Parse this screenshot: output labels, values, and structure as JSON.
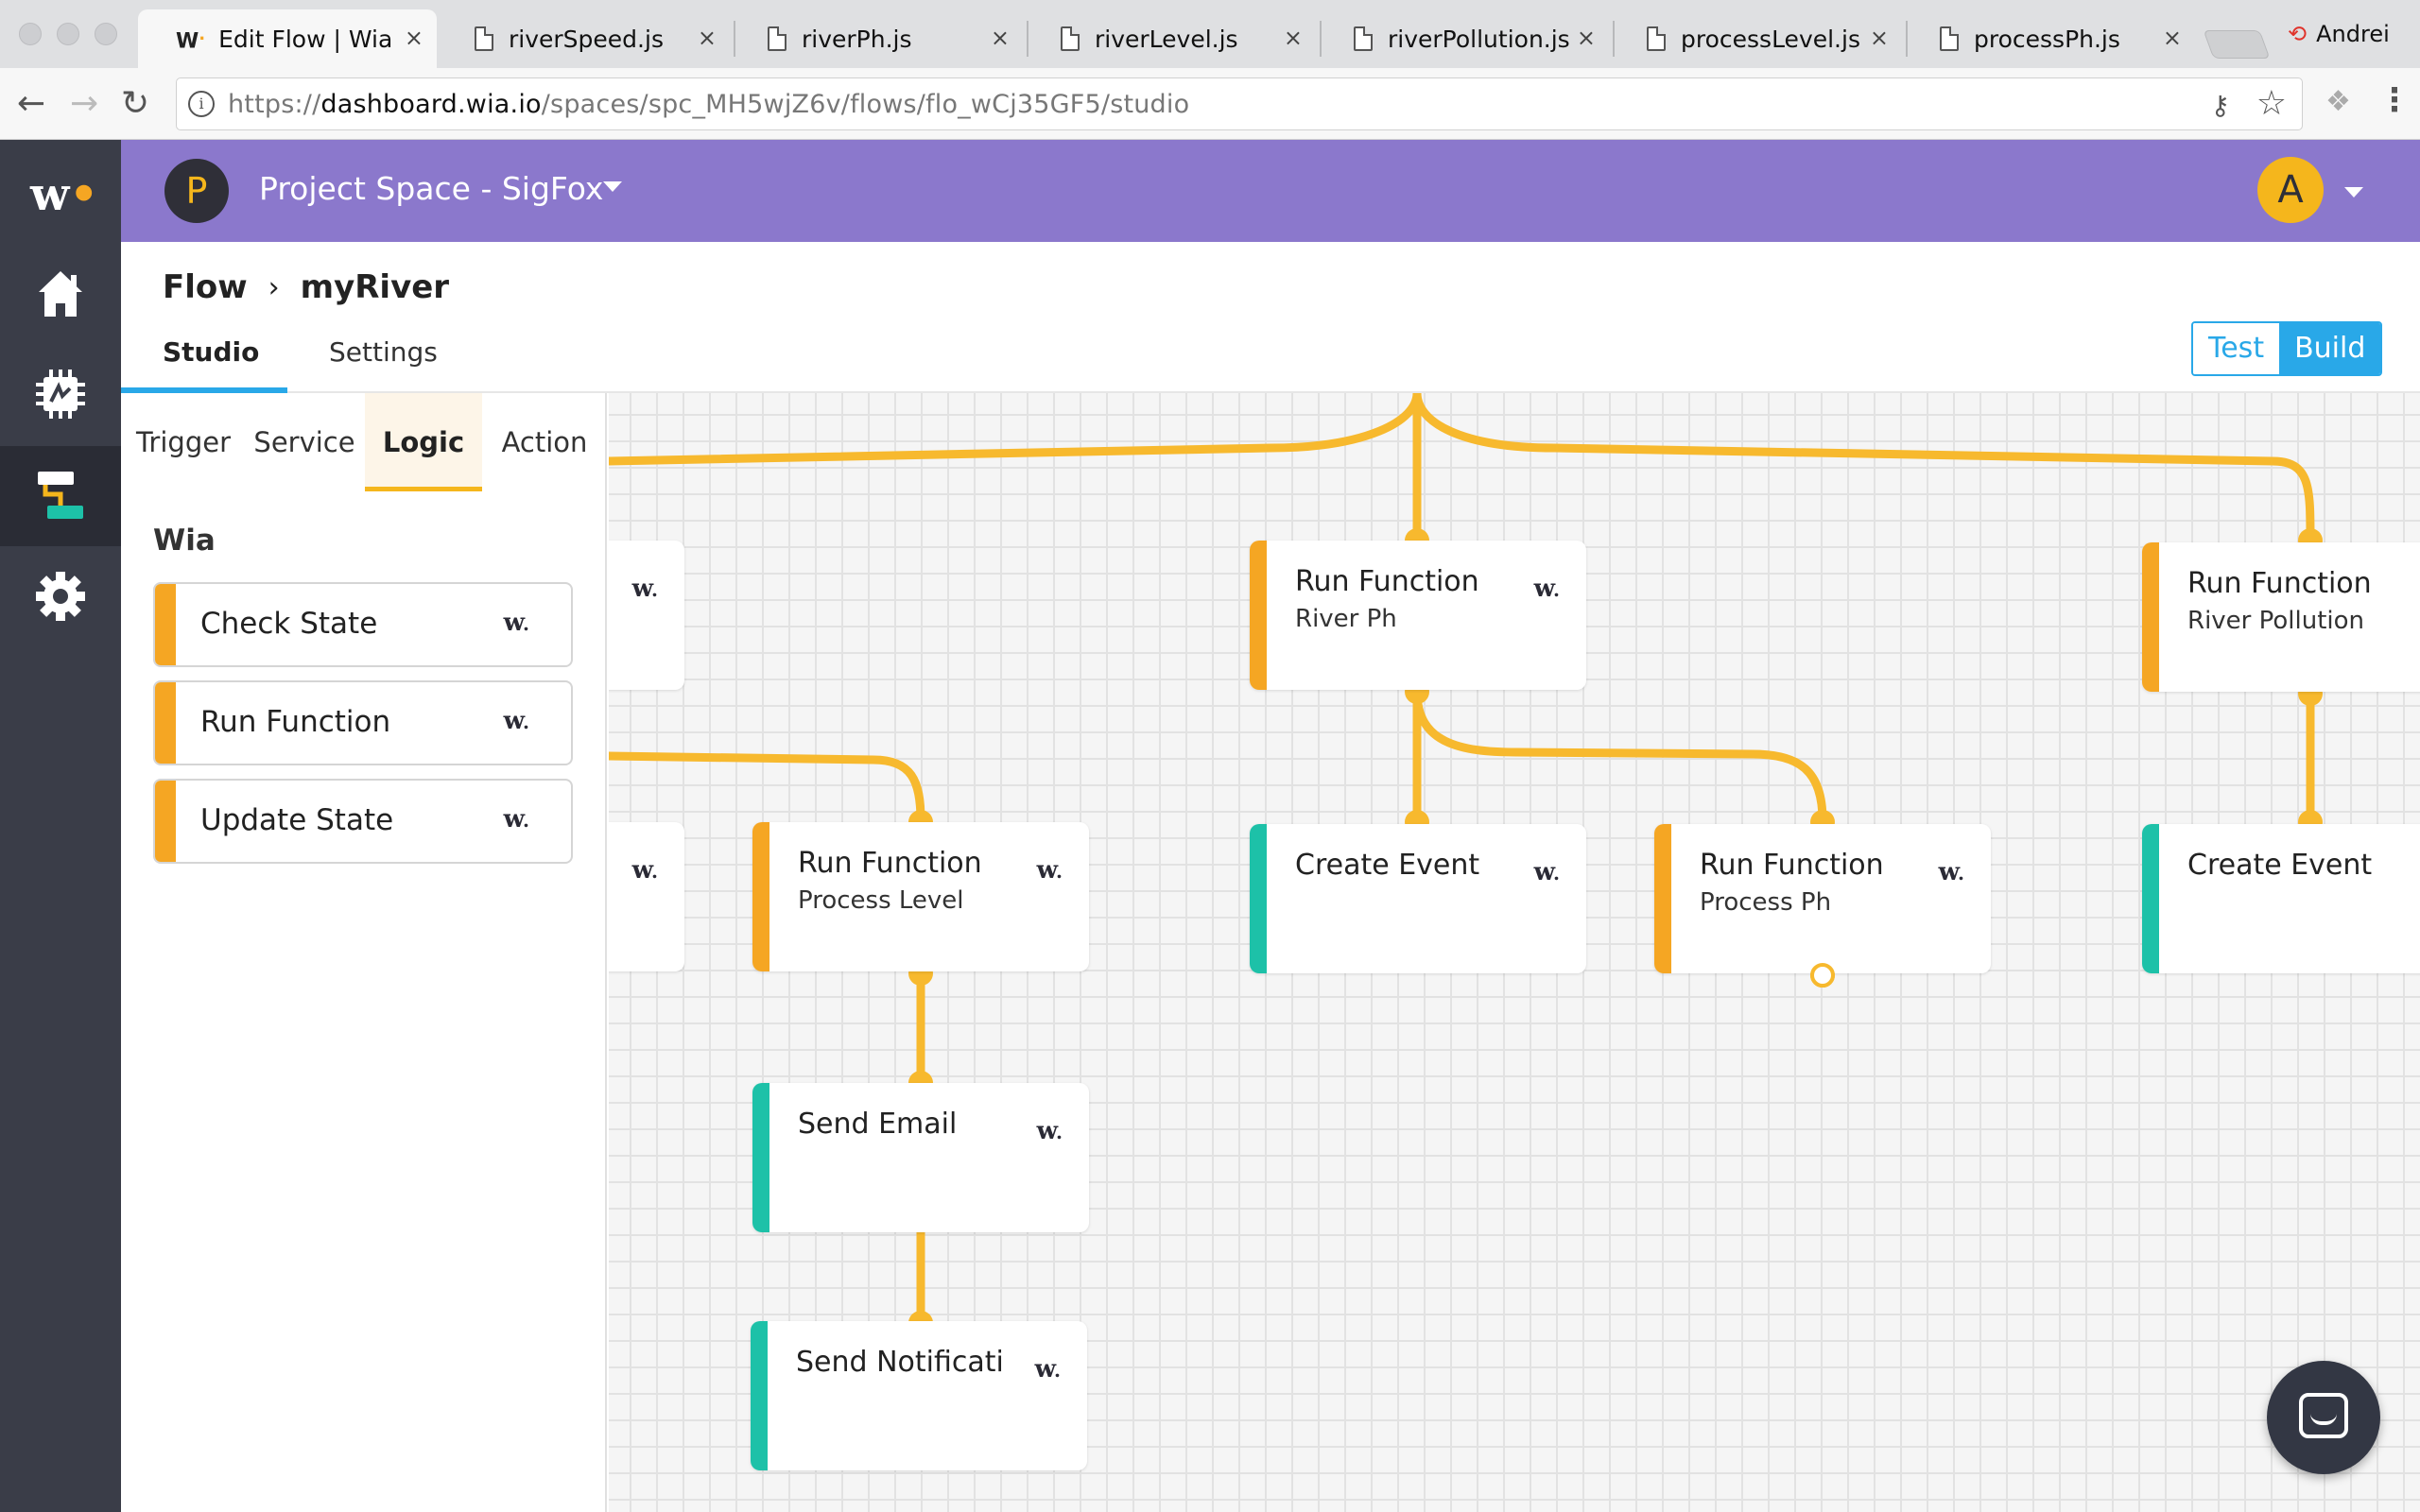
{
  "browser": {
    "tabs": [
      {
        "label": "Edit Flow | Wia",
        "favicon": "W.",
        "active": true
      },
      {
        "label": "riverSpeed.js"
      },
      {
        "label": "riverPh.js"
      },
      {
        "label": "riverLevel.js"
      },
      {
        "label": "riverPollution.js"
      },
      {
        "label": "processLevel.js"
      },
      {
        "label": "processPh.js"
      }
    ],
    "profile_name": "Andrei",
    "url_prefix": "https://",
    "url_host": "dashboard.wia.io",
    "url_path": "/spaces/spc_MH5wjZ6v/flows/flo_wCj35GF5/studio"
  },
  "sidebar": {
    "logo": "w",
    "items": [
      {
        "icon": "home-icon"
      },
      {
        "icon": "chip-icon"
      },
      {
        "icon": "flow-icon",
        "active": true
      },
      {
        "icon": "gear-icon"
      }
    ]
  },
  "header": {
    "space_initial": "P",
    "space_name": "Project Space - SigFox",
    "user_initial": "A"
  },
  "breadcrumb": {
    "root": "Flow",
    "separator": "›",
    "current": "myRiver"
  },
  "subtabs": [
    {
      "label": "Studio",
      "active": true
    },
    {
      "label": "Settings"
    }
  ],
  "mode": {
    "test": "Test",
    "build": "Build",
    "active": "Build"
  },
  "palette": {
    "tabs": [
      {
        "label": "Trigger"
      },
      {
        "label": "Service"
      },
      {
        "label": "Logic",
        "active": true
      },
      {
        "label": "Action"
      }
    ],
    "section": "Wia",
    "items": [
      {
        "label": "Check State"
      },
      {
        "label": "Run Function"
      },
      {
        "label": "Update State"
      }
    ]
  },
  "canvas": {
    "nodes": [
      {
        "id": "n-river-ph",
        "kind": "logic",
        "title": "Run Function",
        "subtitle": "River Ph"
      },
      {
        "id": "n-river-pollution",
        "kind": "logic",
        "title": "Run Function",
        "subtitle": "River Pollution"
      },
      {
        "id": "n-process-level",
        "kind": "logic",
        "title": "Run Function",
        "subtitle": "Process Level"
      },
      {
        "id": "n-create-event-1",
        "kind": "action",
        "title": "Create Event",
        "subtitle": ""
      },
      {
        "id": "n-process-ph",
        "kind": "logic",
        "title": "Run Function",
        "subtitle": "Process Ph"
      },
      {
        "id": "n-create-event-2",
        "kind": "action",
        "title": "Create Event",
        "subtitle": ""
      },
      {
        "id": "n-send-email",
        "kind": "action",
        "title": "Send Email",
        "subtitle": ""
      },
      {
        "id": "n-send-notification",
        "kind": "action",
        "title": "Send Notificati",
        "subtitle": ""
      }
    ],
    "colors": {
      "wire": "#f7b92e",
      "logic": "#f5a623",
      "action": "#1dc1a8"
    }
  }
}
